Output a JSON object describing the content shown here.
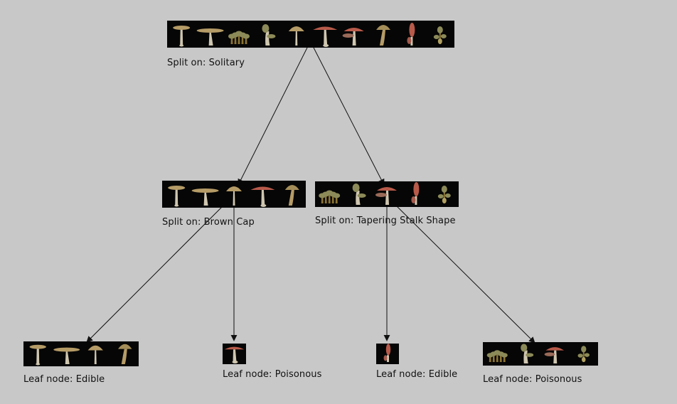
{
  "colors": {
    "background": "#c8c8c8",
    "strip": "#060606",
    "edge": "#111111",
    "cap_tan": "#b59b66",
    "cap_brown": "#8c7432",
    "cap_red": "#b85a4a",
    "cap_olive": "#8c8a58",
    "stalk": "#cfc6b0"
  },
  "tree": {
    "root": {
      "label": "Split on: Solitary",
      "icons": [
        "tall-tan-mushroom-icon",
        "flat-brown-cap-icon",
        "cluster-brown-icon",
        "olive-bent-icon",
        "tan-round-icon",
        "red-spotted-icon",
        "red-pair-icon",
        "tan-curved-icon",
        "red-slim-icon",
        "olive-small-cluster-icon"
      ]
    },
    "left": {
      "label": "Split on: Brown Cap",
      "icons": [
        "tall-tan-mushroom-icon",
        "flat-brown-cap-icon",
        "tan-round-icon",
        "red-spotted-icon",
        "tan-curved-icon"
      ]
    },
    "right": {
      "label": "Split on: Tapering Stalk Shape",
      "icons": [
        "cluster-brown-icon",
        "olive-bent-icon",
        "red-pair-icon",
        "red-slim-icon",
        "olive-small-cluster-icon"
      ]
    },
    "leaf_ll": {
      "label": "Leaf node: Edible",
      "icons": [
        "tall-tan-mushroom-icon",
        "flat-brown-cap-icon",
        "tan-round-icon",
        "tan-curved-icon"
      ]
    },
    "leaf_lr": {
      "label": "Leaf node: Poisonous",
      "icons": [
        "red-spotted-icon"
      ]
    },
    "leaf_rl": {
      "label": "Leaf node: Edible",
      "icons": [
        "red-slim-icon"
      ]
    },
    "leaf_rr": {
      "label": "Leaf node: Poisonous",
      "icons": [
        "cluster-brown-icon",
        "olive-bent-icon",
        "red-pair-icon",
        "olive-small-cluster-icon"
      ]
    }
  }
}
